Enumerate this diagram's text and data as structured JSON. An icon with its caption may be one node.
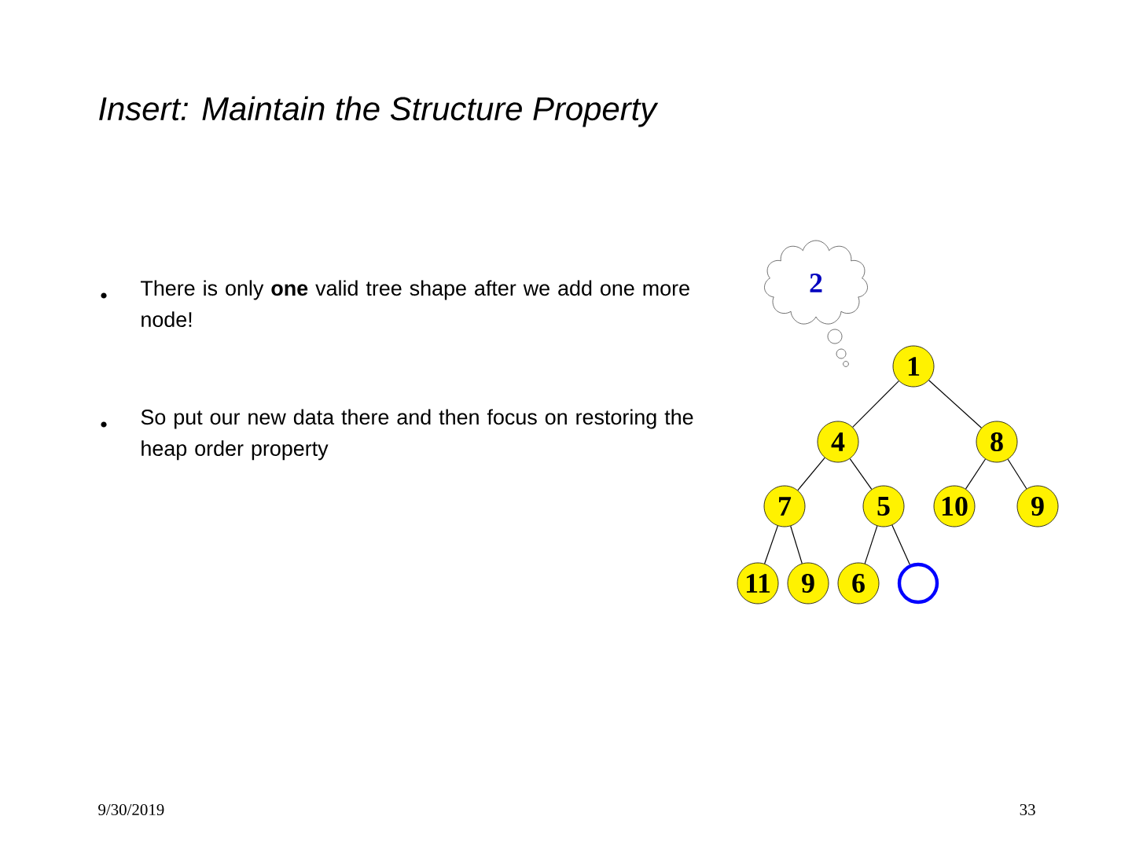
{
  "diagram": {
    "title": "Insert: Maintain the Structure Property",
    "nodes": [
      {
        "text": [
          "2"
        ]
      },
      {
        "text": [
          "1"
        ]
      },
      {
        "text": [
          "4"
        ]
      },
      {
        "text": [
          "8"
        ]
      },
      {
        "text": [
          "7"
        ]
      },
      {
        "text": [
          "5"
        ]
      },
      {
        "text": [
          "10"
        ]
      },
      {
        "text": [
          "9"
        ]
      },
      {
        "text": [
          "11"
        ]
      },
      {
        "text": [
          "9"
        ]
      },
      {
        "text": [
          "6"
        ]
      },
      {
        "text": [],
        "shape": "circle"
      }
    ],
    "edges": [
      {
        "from": 1,
        "to": 2,
        "arrow": "none"
      },
      {
        "from": 1,
        "to": 3,
        "arrow": "none"
      },
      {
        "from": 2,
        "to": 4,
        "arrow": "none"
      },
      {
        "from": 2,
        "to": 5,
        "arrow": "none"
      },
      {
        "from": 3,
        "to": 6,
        "arrow": "none"
      },
      {
        "from": 3,
        "to": 7,
        "arrow": "none"
      },
      {
        "from": 4,
        "to": 8,
        "arrow": "none"
      },
      {
        "from": 4,
        "to": 9,
        "arrow": "none"
      },
      {
        "from": 5,
        "to": 10,
        "arrow": "none"
      },
      {
        "from": 5,
        "to": 11,
        "arrow": "none"
      }
    ],
    "labels": [
      "There is only **one** valid tree shape after we add one more node!",
      "So put our new data there and then focus on restoring the heap order property",
      "9/30/2019",
      "33"
    ]
  }
}
